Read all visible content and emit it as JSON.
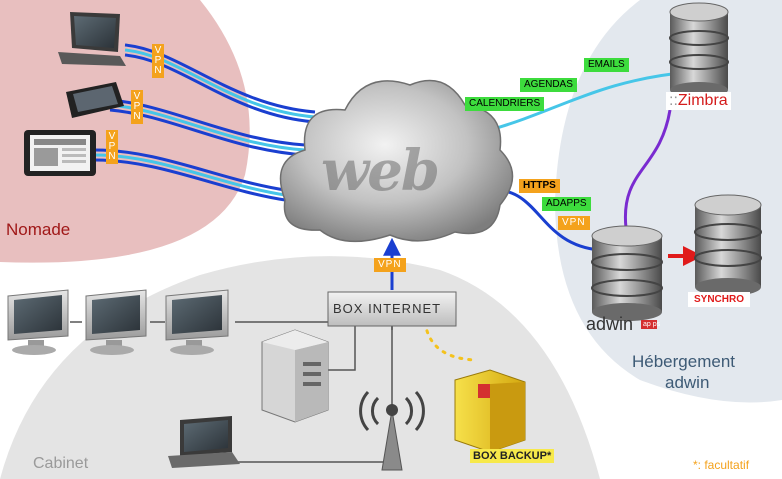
{
  "regions": {
    "nomade": "Nomade",
    "cabinet": "Cabinet",
    "hebergement_line1": "Hébergement",
    "hebergement_line2": "adwin"
  },
  "cloud": {
    "label": "web"
  },
  "vpn_label": "VPN",
  "vpn_vertical": [
    "V",
    "P",
    "N"
  ],
  "zimbra_links": [
    "EMAILS",
    "AGENDAS",
    "CALENDRIERS"
  ],
  "adwin_links": [
    "HTTPS",
    "ADAPPS",
    "VPN"
  ],
  "servers": {
    "zimbra": "Zimbra",
    "zimbra_prefix": "::",
    "adwin": "adwin",
    "adwin_badge": "ap ps",
    "synchro": "SYNCHRO"
  },
  "box_internet": "BOX INTERNET",
  "box_backup": "BOX BACKUP*",
  "footnote": "*: facultatif",
  "colors": {
    "nomade_bg": "#e8bfbf",
    "cabinet_bg": "#e4e4e4",
    "hebergement_bg": "#e3e8ee",
    "link_blue": "#1a3fd0",
    "link_cyan": "#46c6e8",
    "link_purple": "#7a2bd0",
    "arrow_red": "#e01a1a",
    "tag_green": "#3ddc3d",
    "tag_orange": "#f4a21c",
    "nomade_text": "#a01818"
  }
}
